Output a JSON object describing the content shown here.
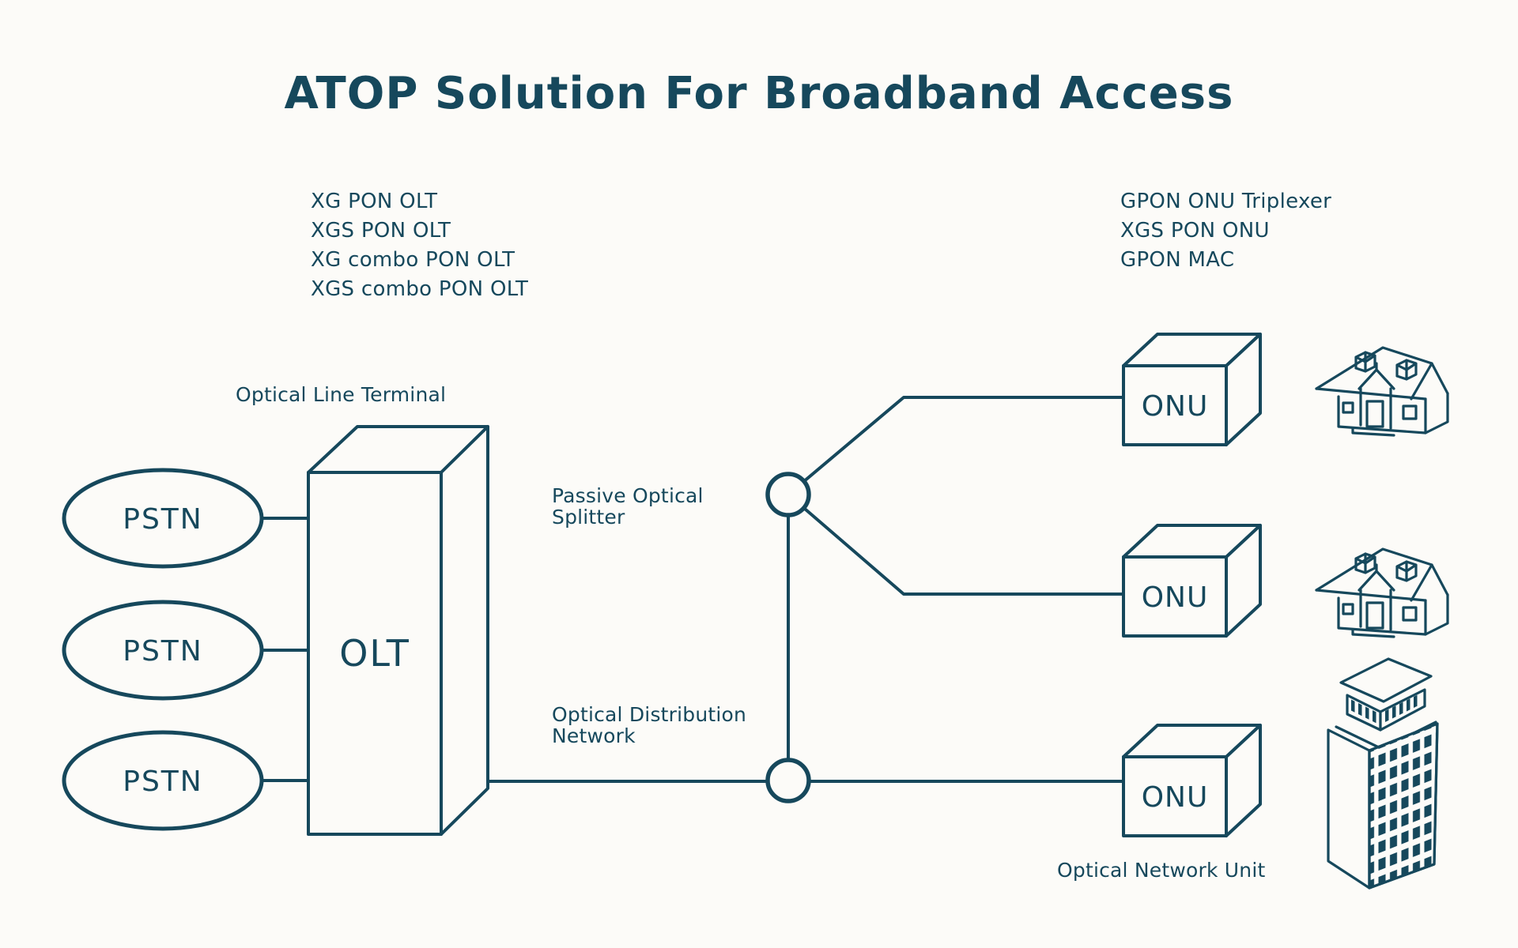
{
  "title": "ATOP Solution For Broadband Access",
  "colors": {
    "ink": "#16485C",
    "bg": "#FCFBF8"
  },
  "olt_products": [
    "XG PON OLT",
    "XGS PON OLT",
    "XG combo PON OLT",
    "XGS combo PON OLT"
  ],
  "onu_products": [
    "GPON ONU Triplexer",
    "XGS PON ONU",
    "GPON MAC"
  ],
  "annotations": {
    "optical_line_terminal": "Optical Line Terminal",
    "passive_optical_splitter": [
      "Passive Optical",
      "Splitter"
    ],
    "optical_distribution_network": [
      "Optical Distribution",
      "Network"
    ],
    "optical_network_unit": "Optical Network Unit"
  },
  "nodes": {
    "pstn": [
      "PSTN",
      "PSTN",
      "PSTN"
    ],
    "olt": "OLT",
    "onu": [
      "ONU",
      "ONU",
      "ONU"
    ]
  },
  "icons": {
    "house": "house-icon",
    "building": "office-building-icon"
  }
}
